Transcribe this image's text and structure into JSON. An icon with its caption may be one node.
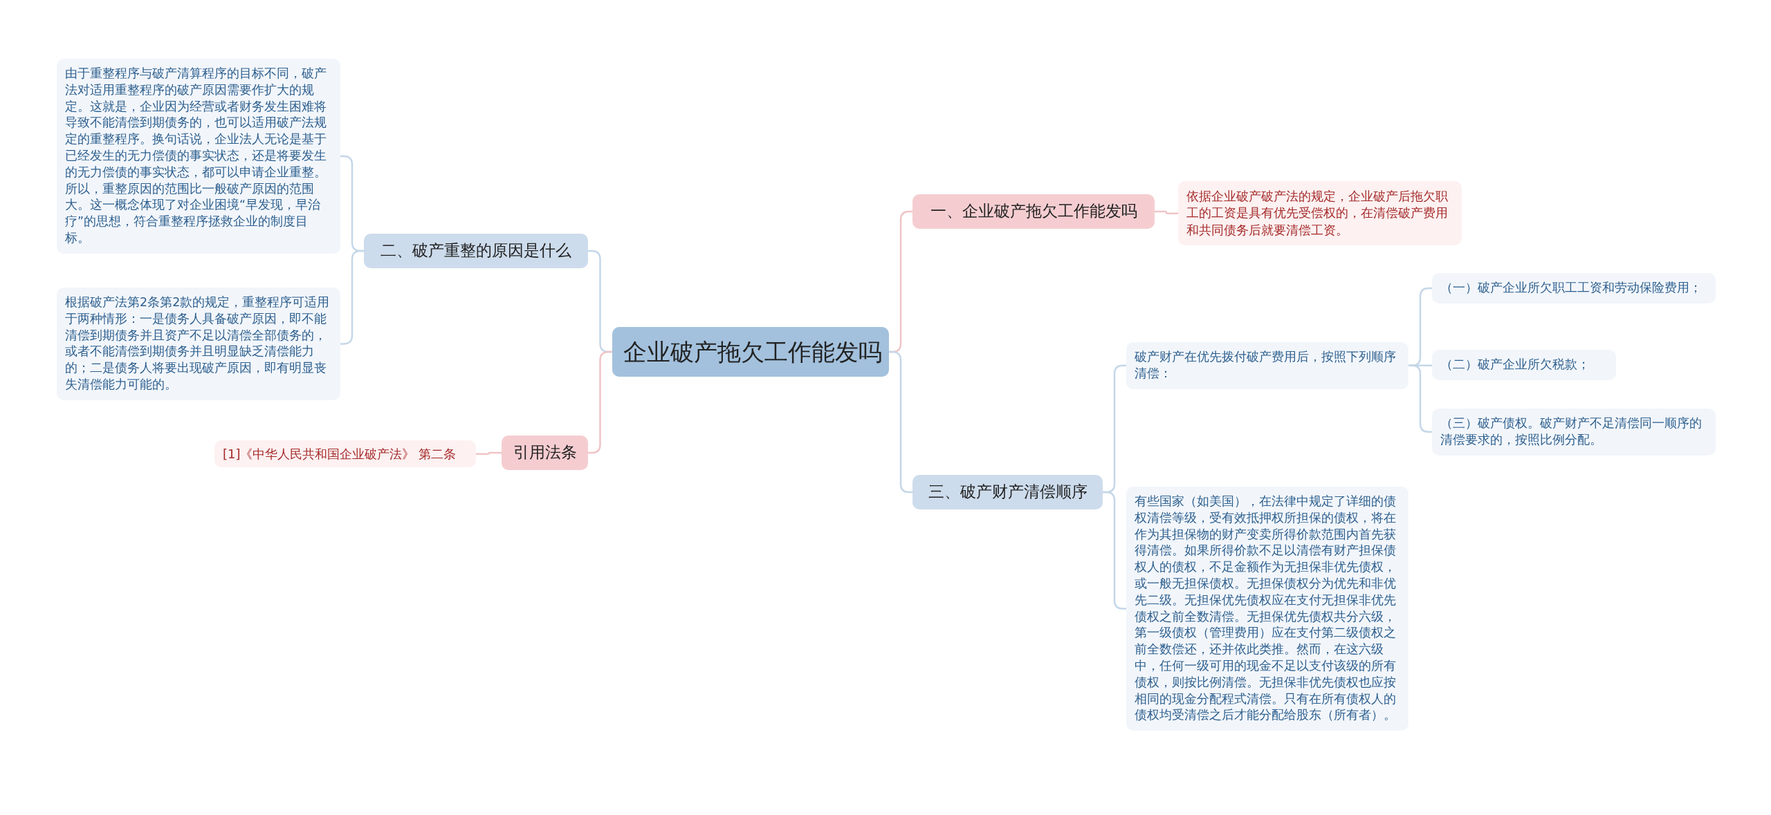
{
  "diagram": {
    "nodes": [
      {
        "text": [
          "企业破产拖欠工作能发吗"
        ]
      },
      {
        "text": [
          "一、企业破产拖欠工作能发吗"
        ]
      },
      {
        "text": [
          "依据企业破产破产法的规定，企业破产后拖欠职工的工资是具有优先受偿权的，在清偿破产费用和共同债务后就要清偿工资。"
        ]
      },
      {
        "text": [
          "三、破产财产清偿顺序"
        ]
      },
      {
        "text": [
          "破产财产在优先拨付破产费用后，按照下列顺序清偿："
        ]
      },
      {
        "text": [
          "（一）破产企业所欠职工工资和劳动保险费用；"
        ]
      },
      {
        "text": [
          "（二）破产企业所欠税款；"
        ]
      },
      {
        "text": [
          "（三）破产债权。破产财产不足清偿同一顺序的清偿要求的，按照比例分配。"
        ]
      },
      {
        "text": [
          "有些国家（如美国），在法律中规定了详细的债权清偿等级，受有效抵押权所担保的债权，将在作为其担保物的财产变卖所得价款范围内首先获得清偿。如果所得价款不足以清偿有财产担保债权人的债权，不足金额作为无担保非优先债权，或一般无担保债权。无担保债权分为优先和非优先二级。无担保优先债权应在支付无担保非优先债权之前全数清偿。无担保优先债权共分六级，第一级债权（管理费用）应在支付第二级债权之前全数偿还，还并依此类推。然而，在这六级中，任何一级可用的现金不足以支付该级的所有债权，则按比例清偿。无担保非优先债权也应按相同的现金分配程式清偿。只有在所有债权人的债权均受清偿之后才能分配给股东（所有者）。"
        ]
      },
      {
        "text": [
          "二、破产重整的原因是什么"
        ]
      },
      {
        "text": [
          "由于重整程序与破产清算程序的目标不同，破产法对适用重整程序的破产原因需要作扩大的规定。这就是，企业因为经营或者财务发生困难将导致不能清偿到期债务的，也可以适用破产法规定的重整程序。换句话说，企业法人无论是基于已经发生的无力偿债的事实状态，还是将要发生的无力偿债的事实状态，都可以申请企业重整。所以，重整原因的范围比一般破产原因的范围大。这一概念体现了对企业困境“早发现，早治疗”的思想，符合重整程序拯救企业的制度目标。"
        ]
      },
      {
        "text": [
          "根据破产法第2条第2款的规定，重整程序可适用于两种情形：一是债务人具备破产原因，即不能清偿到期债务并且资产不足以清偿全部债务的，或者不能清偿到期债务并且明显缺乏清偿能力的；二是债务人将要出现破产原因，即有明显丧失清偿能力可能的。"
        ]
      },
      {
        "text": [
          "引用法条"
        ]
      },
      {
        "text": [
          "[1]《中华人民共和国企业破产法》 第二条"
        ]
      }
    ],
    "edges": [
      {
        "from": 0,
        "to": 1,
        "arrow": "none",
        "color": "#f0c4c6"
      },
      {
        "from": 1,
        "to": 2,
        "arrow": "none",
        "color": "#f0c4c6"
      },
      {
        "from": 0,
        "to": 3,
        "arrow": "none"
      },
      {
        "from": 3,
        "to": 4,
        "arrow": "none"
      },
      {
        "from": 4,
        "to": 5,
        "arrow": "none"
      },
      {
        "from": 4,
        "to": 6,
        "arrow": "none"
      },
      {
        "from": 4,
        "to": 7,
        "arrow": "none"
      },
      {
        "from": 3,
        "to": 8,
        "arrow": "none"
      },
      {
        "from": 0,
        "to": 9,
        "arrow": "none"
      },
      {
        "from": 9,
        "to": 10,
        "arrow": "none"
      },
      {
        "from": 9,
        "to": 11,
        "arrow": "none"
      },
      {
        "from": 0,
        "to": 12,
        "arrow": "none",
        "color": "#f0c4c6"
      },
      {
        "from": 12,
        "to": 13,
        "arrow": "none",
        "color": "#f0c4c6"
      }
    ]
  }
}
